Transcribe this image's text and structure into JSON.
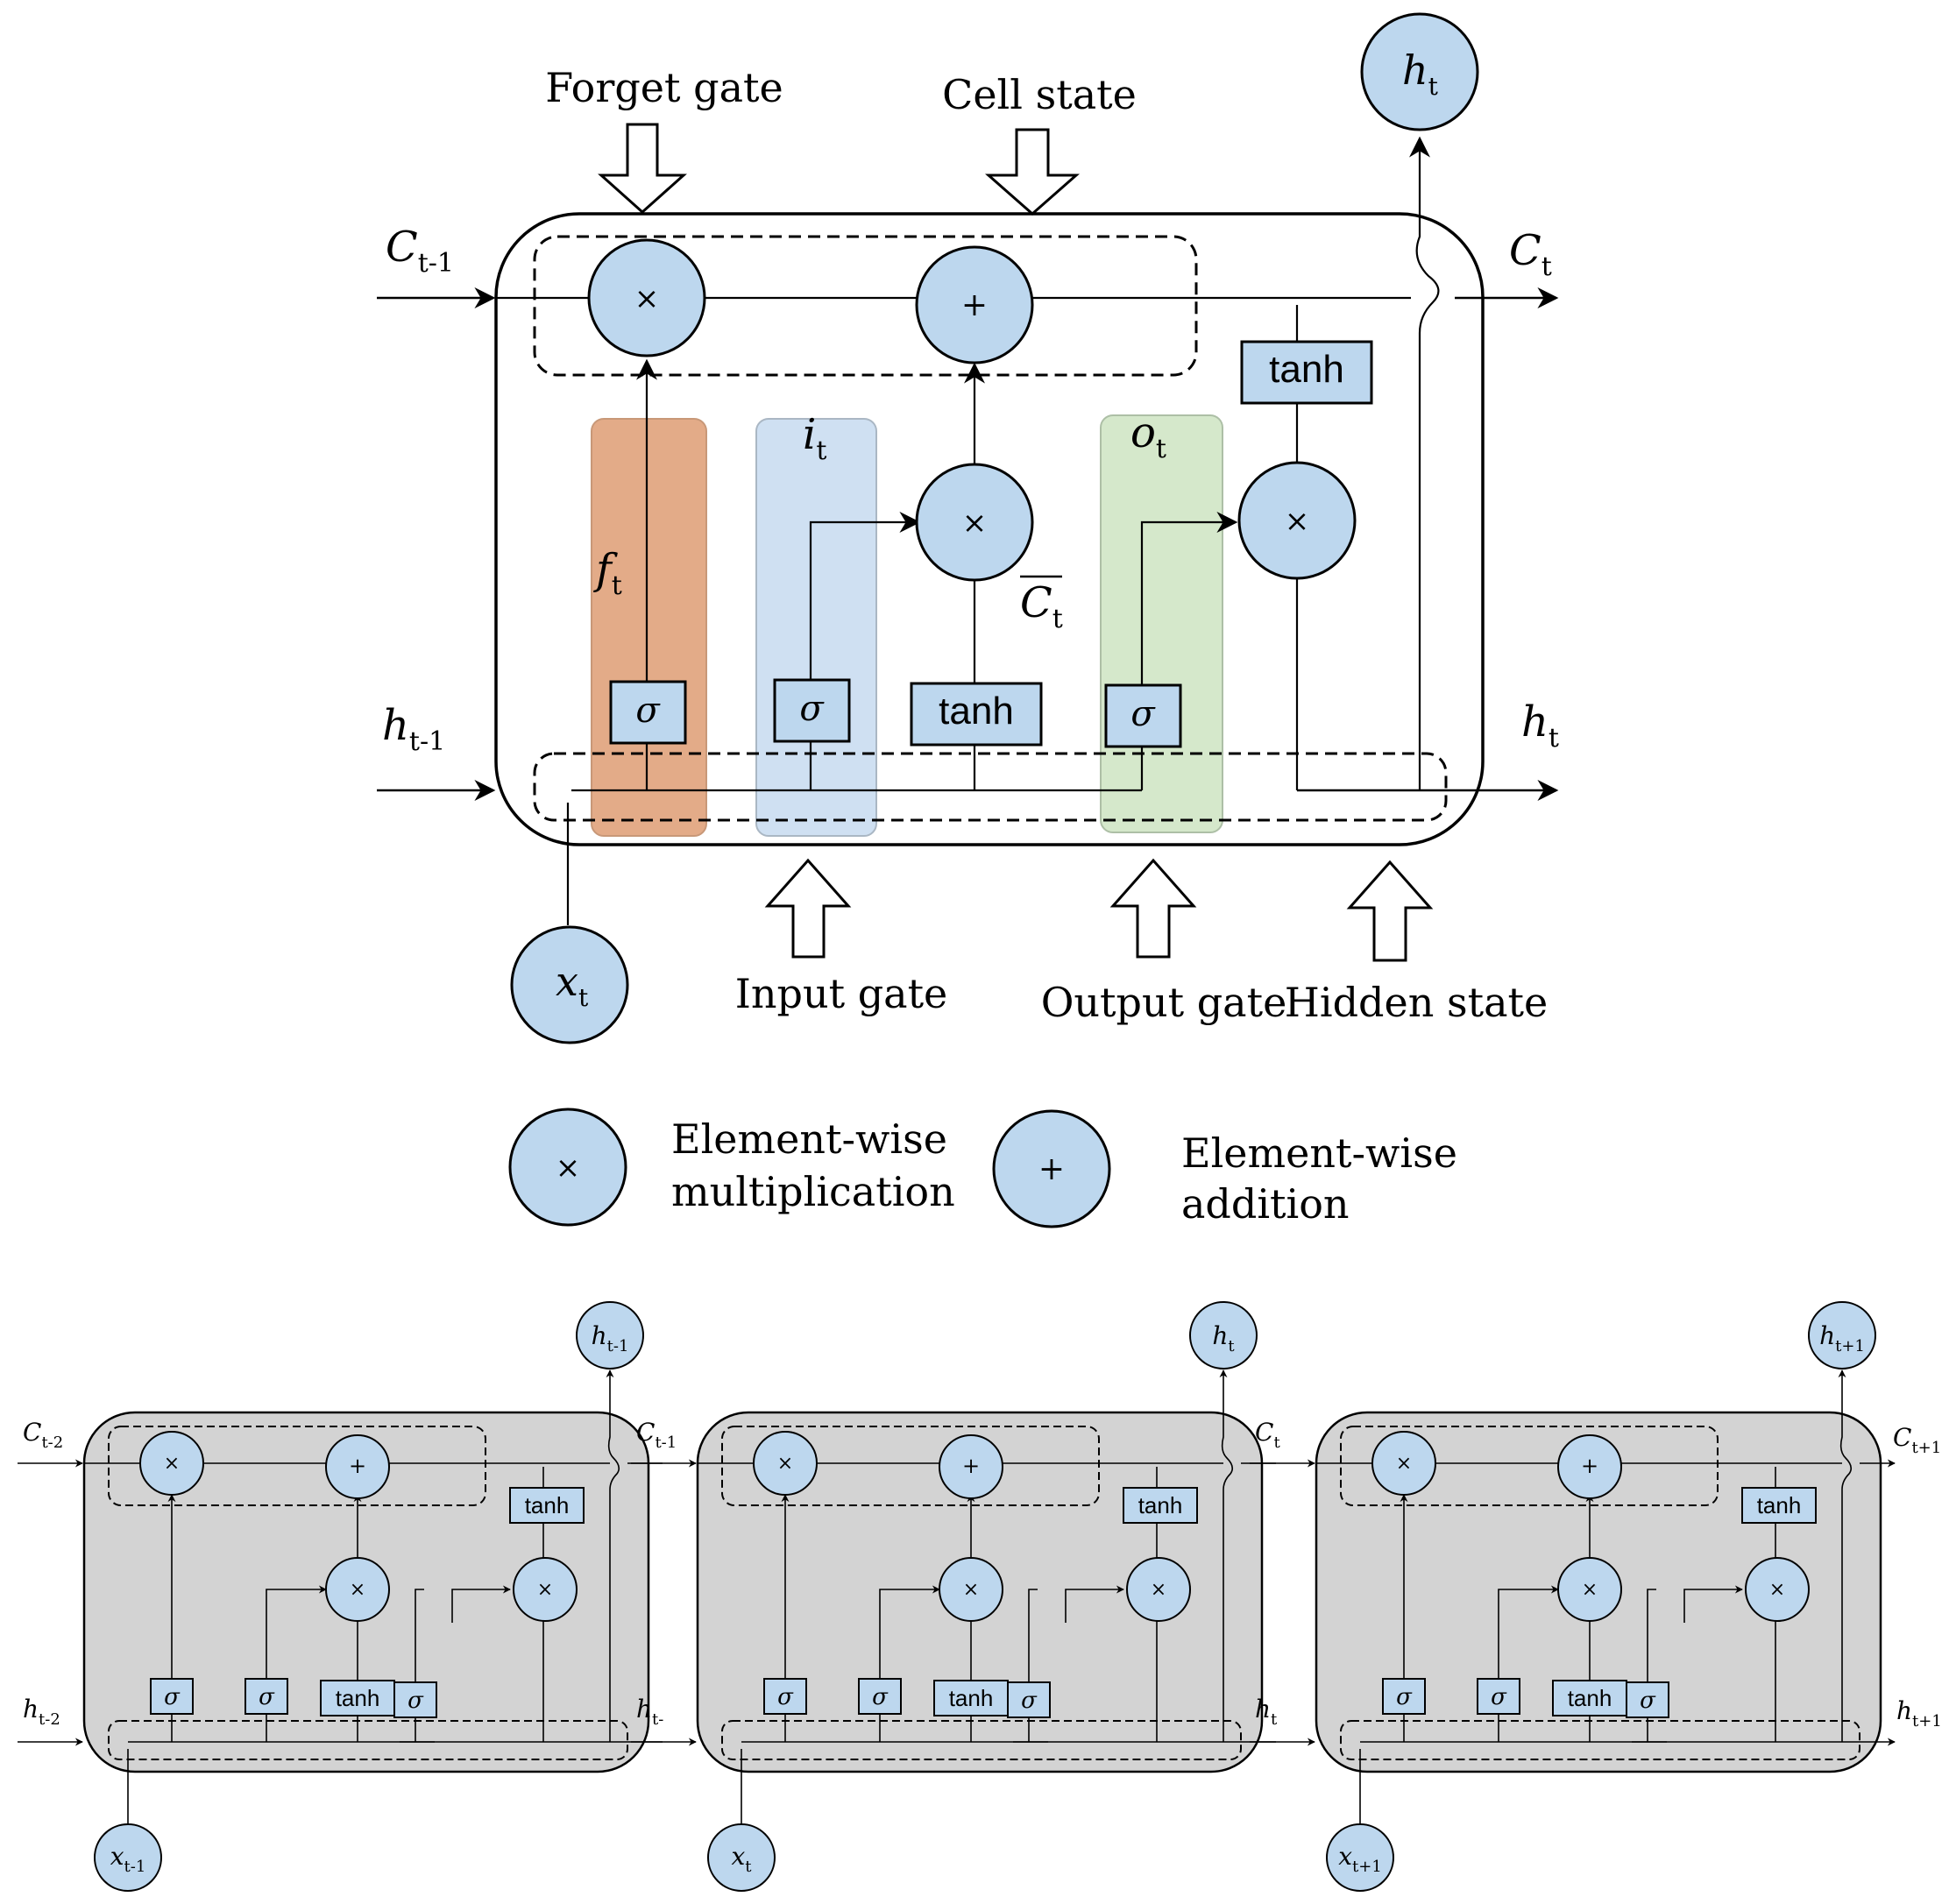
{
  "main_cell": {
    "labels": {
      "forget_gate": "Forget gate",
      "cell_state": "Cell state",
      "input_gate": "Input gate",
      "output_gate": "Output gate",
      "hidden_state": "Hidden state"
    },
    "variables": {
      "c_prev": {
        "base": "C",
        "sub": "t-1"
      },
      "c_out": {
        "base": "C",
        "sub": "t"
      },
      "h_prev": {
        "base": "h",
        "sub": "t-1"
      },
      "h_out": {
        "base": "h",
        "sub": "t"
      },
      "h_top": {
        "base": "h",
        "sub": "t"
      },
      "x_in": {
        "base": "x",
        "sub": "t"
      },
      "f_t": {
        "base": "f",
        "sub": "t"
      },
      "i_t": {
        "base": "i",
        "sub": "t"
      },
      "o_t": {
        "base": "o",
        "sub": "t"
      },
      "c_tilde": {
        "base": "C",
        "sub": "t"
      }
    },
    "ops": {
      "multiply": "×",
      "add": "+",
      "sigma": "σ",
      "tanh": "tanh"
    },
    "colors": {
      "node_fill": "#bdd7ee",
      "forget_band": "#e3ab88",
      "input_band": "#cfe0f2",
      "output_band": "#d5e8cb"
    }
  },
  "legend": {
    "multiply_symbol": "×",
    "multiply_line1": "Element-wise",
    "multiply_line2": "multiplication",
    "add_symbol": "+",
    "add_line1": "Element-wise",
    "add_line2": "addition"
  },
  "unrolled": {
    "cell_fill": "#d3d3d3",
    "cells": [
      {
        "c_in": {
          "base": "C",
          "sub": "t-2"
        },
        "h_in": {
          "base": "h",
          "sub": "t-2"
        },
        "x": {
          "base": "x",
          "sub": "t-1"
        },
        "h_top": {
          "base": "h",
          "sub": "t-1"
        }
      },
      {
        "c_in": {
          "base": "C",
          "sub": "t-1"
        },
        "h_in": {
          "base": "h",
          "sub": "t-"
        },
        "x": {
          "base": "x",
          "sub": "t"
        },
        "h_top": {
          "base": "h",
          "sub": "t"
        }
      },
      {
        "c_in": {
          "base": "C",
          "sub": "t"
        },
        "h_in": {
          "base": "h",
          "sub": "t"
        },
        "x": {
          "base": "x",
          "sub": "t+1"
        },
        "h_top": {
          "base": "h",
          "sub": "t+1"
        }
      }
    ],
    "c_final": {
      "base": "C",
      "sub": "t+1"
    },
    "h_final": {
      "base": "h",
      "sub": "t+1"
    }
  }
}
